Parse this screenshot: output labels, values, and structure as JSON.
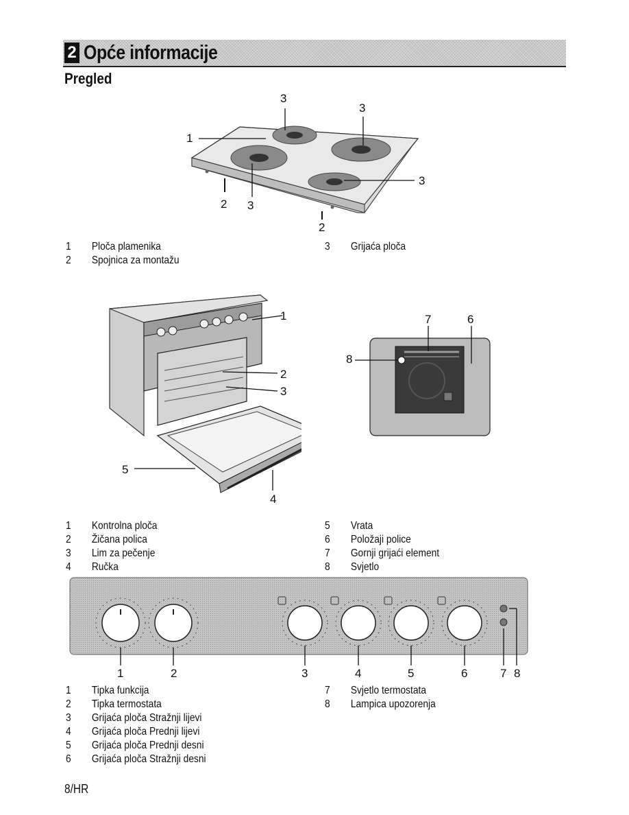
{
  "section": {
    "number": "2",
    "title": "Opće informacije"
  },
  "subtitle": "Pregled",
  "hob": {
    "legend_left": [
      {
        "num": "1",
        "text": "Ploča plamenika"
      },
      {
        "num": "2",
        "text": "Spojnica za montažu"
      }
    ],
    "legend_right": [
      {
        "num": "3",
        "text": "Grijaća ploča"
      }
    ],
    "callouts": [
      "1",
      "2",
      "2",
      "3",
      "3",
      "3",
      "3"
    ]
  },
  "oven": {
    "legend_left": [
      {
        "num": "1",
        "text": "Kontrolna ploča"
      },
      {
        "num": "2",
        "text": "Žičana polica"
      },
      {
        "num": "3",
        "text": "Lim za pečenje"
      },
      {
        "num": "4",
        "text": "Ručka"
      }
    ],
    "legend_right": [
      {
        "num": "5",
        "text": "Vrata"
      },
      {
        "num": "6",
        "text": "Položaji police"
      },
      {
        "num": "7",
        "text": "Gornji grijaći element"
      },
      {
        "num": "8",
        "text": "Svjetlo"
      }
    ]
  },
  "panel": {
    "legend_left": [
      {
        "num": "1",
        "text": "Tipka funkcija"
      },
      {
        "num": "2",
        "text": "Tipka termostata"
      },
      {
        "num": "3",
        "text": "Grijaća ploča Stražnji lijevi"
      },
      {
        "num": "4",
        "text": "Grijaća ploča Prednji lijevi"
      },
      {
        "num": "5",
        "text": "Grijaća ploča Prednji desni"
      },
      {
        "num": "6",
        "text": "Grijaća ploča Stražnji desni"
      }
    ],
    "legend_right": [
      {
        "num": "7",
        "text": "Svjetlo termostata"
      },
      {
        "num": "8",
        "text": "Lampica upozorenja"
      }
    ]
  },
  "footer": "8/HR"
}
